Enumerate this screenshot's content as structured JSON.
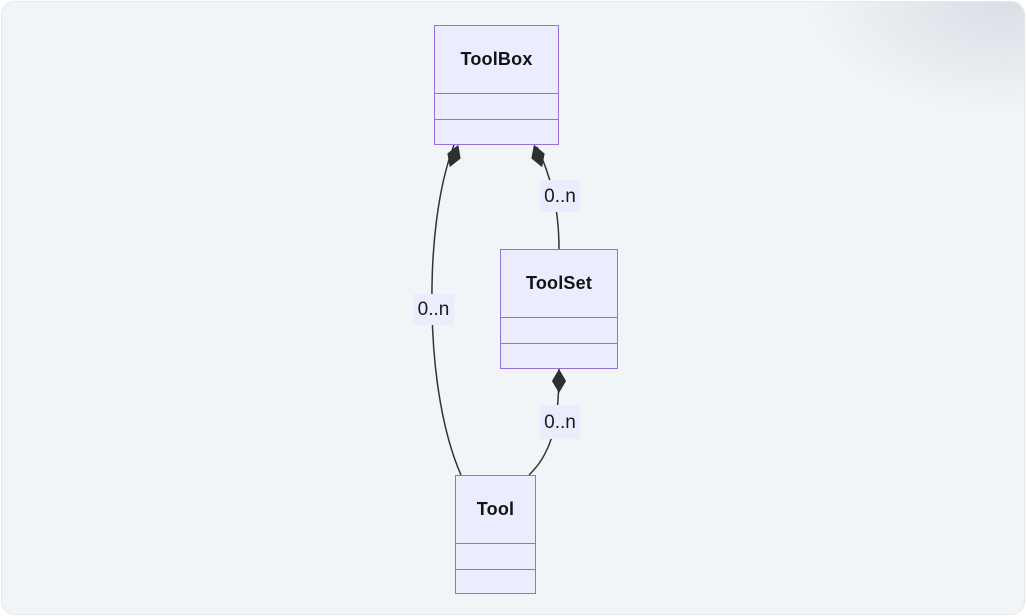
{
  "diagram": {
    "type": "uml-class-diagram",
    "classes": [
      {
        "name": "ToolBox",
        "attributes": [],
        "methods": []
      },
      {
        "name": "ToolSet",
        "attributes": [],
        "methods": []
      },
      {
        "name": "Tool",
        "attributes": [],
        "methods": []
      }
    ],
    "relationships": [
      {
        "from": "ToolBox",
        "to": "Tool",
        "kind": "composition",
        "label": "0..n"
      },
      {
        "from": "ToolBox",
        "to": "ToolSet",
        "kind": "composition",
        "label": "0..n"
      },
      {
        "from": "ToolSet",
        "to": "Tool",
        "kind": "composition",
        "label": "0..n"
      }
    ],
    "colors": {
      "class_fill": "#ECECFF",
      "class_border": "#9370DB",
      "edge_stroke": "#333333",
      "diamond_fill": "#2f2f2f",
      "label_background": "#ECECFF",
      "canvas_background": "#f1f5f8"
    }
  }
}
